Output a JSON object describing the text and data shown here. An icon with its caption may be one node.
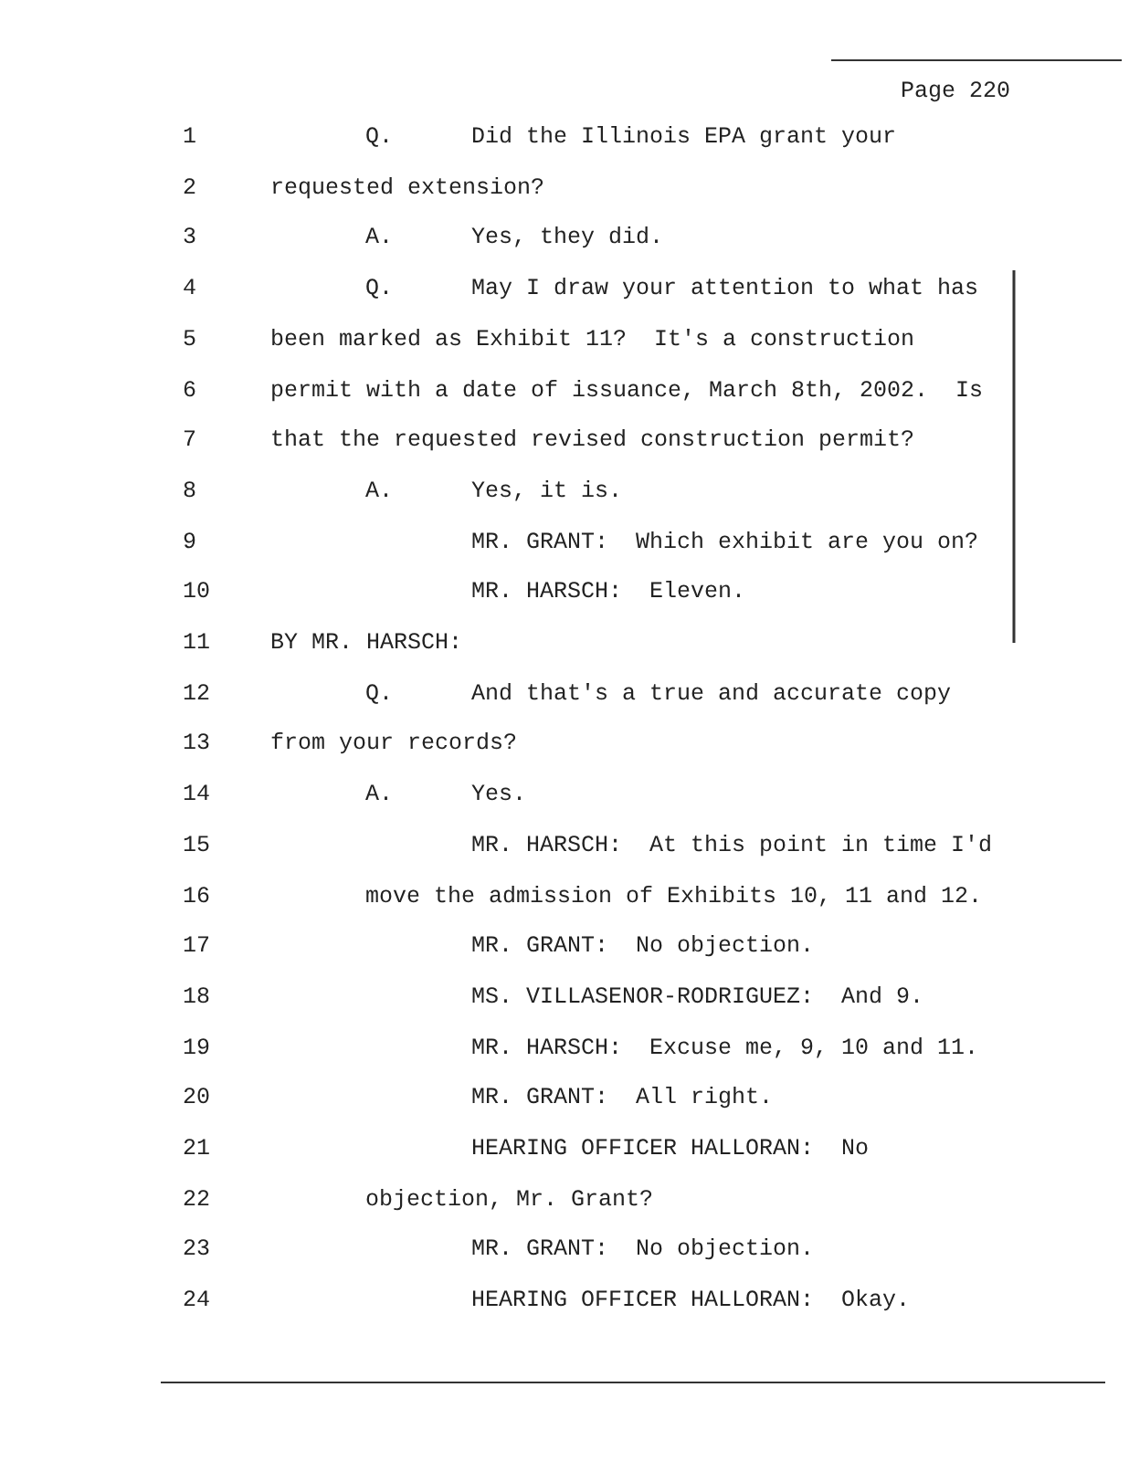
{
  "diagram": {
    "labels": [
      "Page 220",
      "1",
      "Q.",
      "Did the Illinois EPA grant your",
      "2",
      "requested extension?",
      "3",
      "A.",
      "Yes, they did.",
      "4",
      "Q.",
      "May I draw your attention to what has",
      "5",
      "been marked as Exhibit 11?  It's a construction",
      "6",
      "permit with a date of issuance, March 8th, 2002.  Is",
      "7",
      "that the requested revised construction permit?",
      "8",
      "A.",
      "Yes, it is.",
      "9",
      "MR. GRANT:  Which exhibit are you on?",
      "10",
      "MR. HARSCH:  Eleven.",
      "11",
      "BY MR. HARSCH:",
      "12",
      "Q.",
      "And that's a true and accurate copy",
      "13",
      "from your records?",
      "14",
      "A.",
      "Yes.",
      "15",
      "MR. HARSCH:  At this point in time I'd",
      "16",
      "move the admission of Exhibits 10, 11 and 12.",
      "17",
      "MR. GRANT:  No objection.",
      "18",
      "MS. VILLASENOR-RODRIGUEZ:  And 9.",
      "19",
      "MR. HARSCH:  Excuse me, 9, 10 and 11.",
      "20",
      "MR. GRANT:  All right.",
      "21",
      "HEARING OFFICER HALLORAN:  No",
      "22",
      "objection, Mr. Grant?",
      "23",
      "MR. GRANT:  No objection.",
      "24",
      "HEARING OFFICER HALLORAN:  Okay."
    ]
  }
}
